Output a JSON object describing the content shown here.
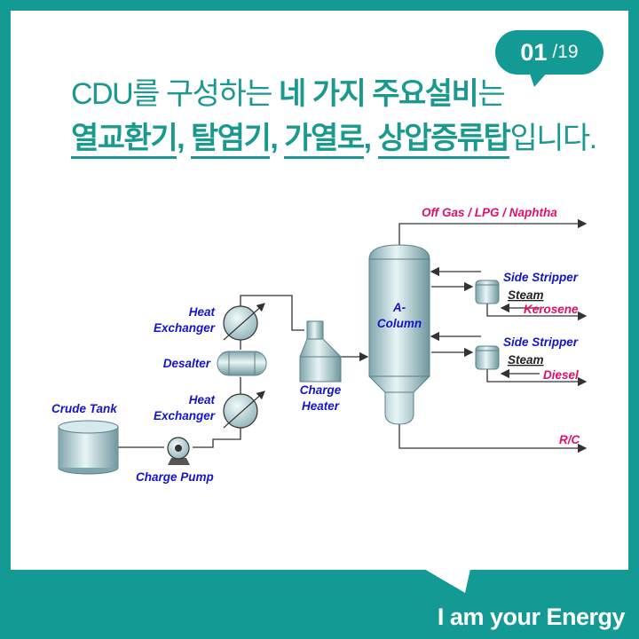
{
  "badge": {
    "current": "01",
    "total": "/19"
  },
  "headline": {
    "line1_pre": "CDU를 구성하는 ",
    "line1_bold": "네 가지 주요설비",
    "line1_post": "는",
    "items": [
      "열교환기",
      "탈염기",
      "가열로",
      "상압증류탑"
    ],
    "sep": ",",
    "line2_post": "입니다."
  },
  "diagram": {
    "crude_tank": "Crude Tank",
    "charge_pump": "Charge Pump",
    "heat_exchanger_word1": "Heat",
    "heat_exchanger_word2": "Exchanger",
    "desalter": "Desalter",
    "charge_heater_word1": "Charge",
    "charge_heater_word2": "Heater",
    "column_word1": "A-",
    "column_word2": "Column",
    "off_gas": "Off Gas / LPG / Naphtha",
    "side_stripper": "Side Stripper",
    "steam": "Steam",
    "kerosene": "Kerosene",
    "diesel": "Diesel",
    "residue": "R/C"
  },
  "colors": {
    "teal": "#149a94",
    "label_blue": "#1414c8",
    "product_pink": "#e0106a"
  },
  "footer": {
    "brand": "I am your Energy"
  }
}
